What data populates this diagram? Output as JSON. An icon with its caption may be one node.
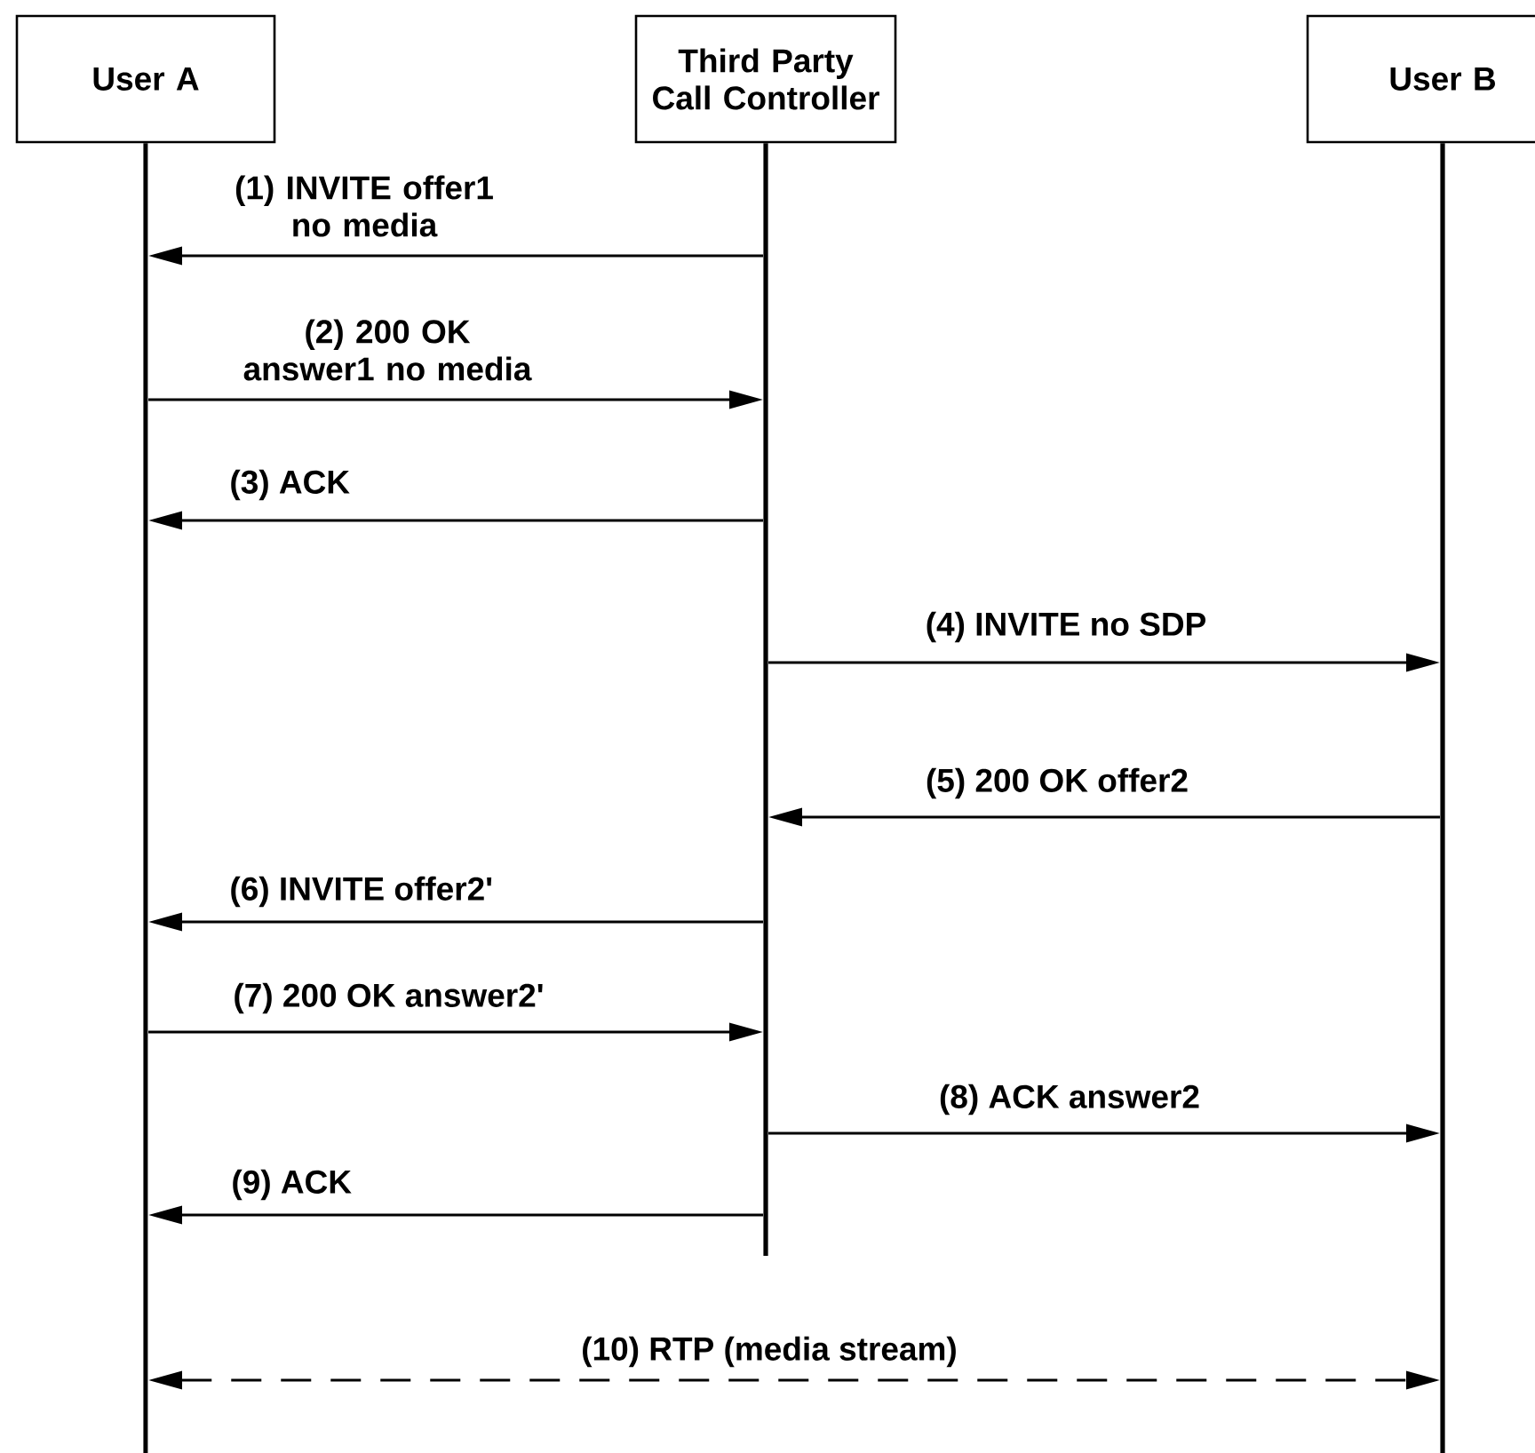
{
  "diagram": {
    "nodes": [
      {
        "text": [
          "User A"
        ]
      },
      {
        "text": [
          "Third Party Call Controller"
        ]
      },
      {
        "text": [
          "User B"
        ]
      }
    ],
    "edges": [
      {
        "from": 1,
        "to": 0,
        "arrow": "to",
        "label": "(1) INVITE offer1 no media"
      },
      {
        "from": 0,
        "to": 1,
        "arrow": "to",
        "label": "(2) 200 OK answer1 no media"
      },
      {
        "from": 1,
        "to": 0,
        "arrow": "to",
        "label": "(3) ACK"
      },
      {
        "from": 1,
        "to": 2,
        "arrow": "to",
        "label": "(4) INVITE no SDP"
      },
      {
        "from": 2,
        "to": 1,
        "arrow": "to",
        "label": "(5) 200 OK offer2"
      },
      {
        "from": 1,
        "to": 0,
        "arrow": "to",
        "label": "(6) INVITE offer2'"
      },
      {
        "from": 0,
        "to": 1,
        "arrow": "to",
        "label": "(7) 200 OK answer2'"
      },
      {
        "from": 1,
        "to": 2,
        "arrow": "to",
        "label": "(8) ACK answer2"
      },
      {
        "from": 1,
        "to": 0,
        "arrow": "to",
        "label": "(9) ACK"
      },
      {
        "from": 0,
        "to": 2,
        "arrow": "both",
        "label": "(10) RTP (media stream)",
        "style": "dashed"
      }
    ]
  }
}
